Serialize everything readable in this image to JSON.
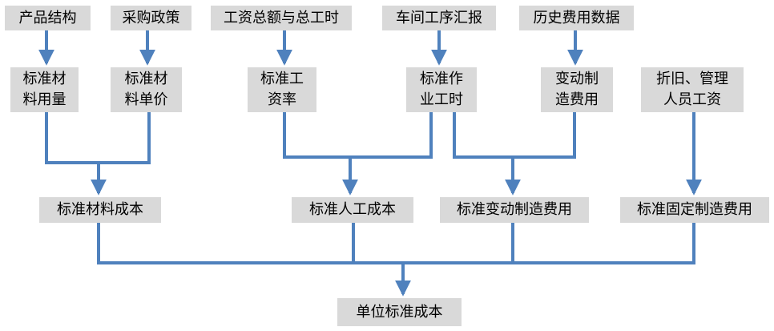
{
  "diagram": {
    "colors": {
      "box_fill": "#d9d9d9",
      "connector": "#4f81bd",
      "text": "#000000"
    },
    "top_row": {
      "product_structure": "产品结构",
      "procurement_policy": "采购政策",
      "wage_and_hours": "工资总额与总工时",
      "shop_processes": "车间工序汇报",
      "historical_costs": "历史费用数据"
    },
    "middle_row": {
      "material_usage": {
        "line1": "标准材",
        "line2": "料用量"
      },
      "material_price": {
        "line1": "标准材",
        "line2": "料单价"
      },
      "labor_rate": {
        "line1": "标准工",
        "line2": "资率"
      },
      "work_hours": {
        "line1": "标准作",
        "line2": "业工时"
      },
      "variable_overhead_rate": {
        "line1": "变动制",
        "line2": "造费用"
      },
      "depreciation_staff_wages": {
        "line1": "折旧、管理",
        "line2": "人员工资"
      }
    },
    "cost_row": {
      "material_cost": "标准材料成本",
      "labor_cost": "标准人工成本",
      "variable_overhead_cost": "标准变动制造费用",
      "fixed_overhead_cost": "标准固定制造费用"
    },
    "result": {
      "unit_standard_cost": "单位标准成本"
    }
  }
}
